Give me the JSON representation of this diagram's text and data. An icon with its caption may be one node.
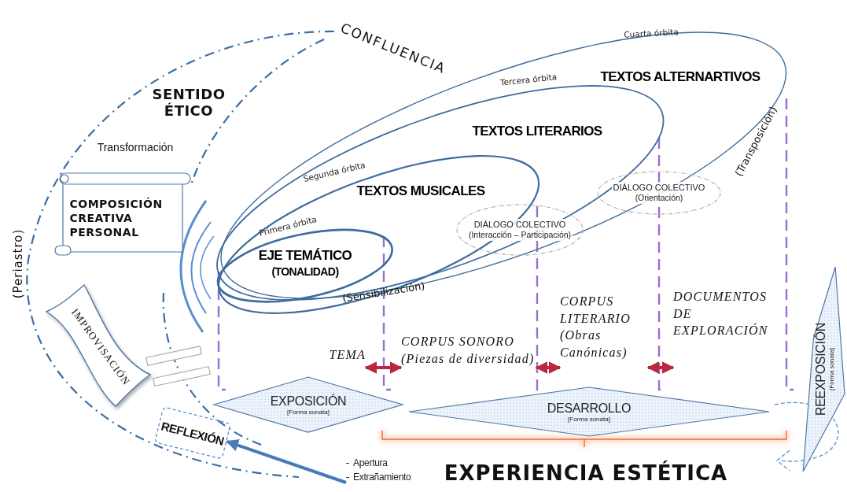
{
  "diagram": {
    "nodes": [
      {
        "text": [
          "COMPOSICIÓN CREATIVA PERSONAL"
        ]
      },
      {
        "text": [
          "IMPROVISACIÓN"
        ]
      },
      {
        "text": [
          "REFLEXIÓN"
        ]
      },
      {
        "text": [
          "TEXTOS ALTERNARTIVOS"
        ],
        "beside": [
          "Cuarta órbita"
        ]
      },
      {
        "text": [
          "TEXTOS LITERARIOS"
        ],
        "beside": [
          "Tercera órbita"
        ],
        "in": 3
      },
      {
        "text": [
          "TEXTOS MUSICALES"
        ],
        "beside": [
          "Segunda órbita"
        ],
        "in": 4
      },
      {
        "text": [
          "EJE TEMÁTICO",
          "(TONALIDAD)"
        ],
        "beside": [
          "Primera órbita"
        ],
        "in": 5
      },
      {
        "text": [
          "DIÁLOGO COLECTIVO",
          "(Interacción – Participación)"
        ],
        "in": 4
      },
      {
        "text": [
          "DIÁLOGO COLECTIVO",
          "(Orientación)"
        ],
        "in": 3
      },
      {
        "text": [
          "EXPOSICIÓN",
          "[Forma sonata]"
        ]
      },
      {
        "text": [
          "DESARROLLO",
          "[Forma sonata]"
        ]
      },
      {
        "text": [
          "REEXPOSICIÓN",
          "[Forma sonata]"
        ]
      },
      {
        "text": [
          "Apertura",
          "Extrañamiento"
        ]
      },
      {
        "text": [
          "TEMA"
        ]
      },
      {
        "text": [
          "CORPUS SONORO",
          "(Piezas de diversidad)"
        ]
      },
      {
        "text": [
          "CORPUS LITERARIO",
          "(Obras Canónicas)"
        ]
      },
      {
        "text": [
          "DOCUMENTOS DE EXPLORACIÓN"
        ]
      }
    ],
    "edges": [
      {
        "from": 13,
        "to": 14,
        "arrow": "both"
      },
      {
        "from": 14,
        "to": 15,
        "arrow": "both"
      },
      {
        "from": 15,
        "to": 16,
        "arrow": "both"
      },
      {
        "from": 12,
        "to": 2,
        "arrow": "to",
        "color": "#4a7ab5"
      }
    ],
    "labels": [
      "CONFLUENCIA",
      "SENTIDO ÉTICO",
      "Transformación",
      "(Periastro)",
      "(Sensibilización)",
      "(Transposición)",
      "EXPERIENCIA ESTÉTICA"
    ]
  }
}
